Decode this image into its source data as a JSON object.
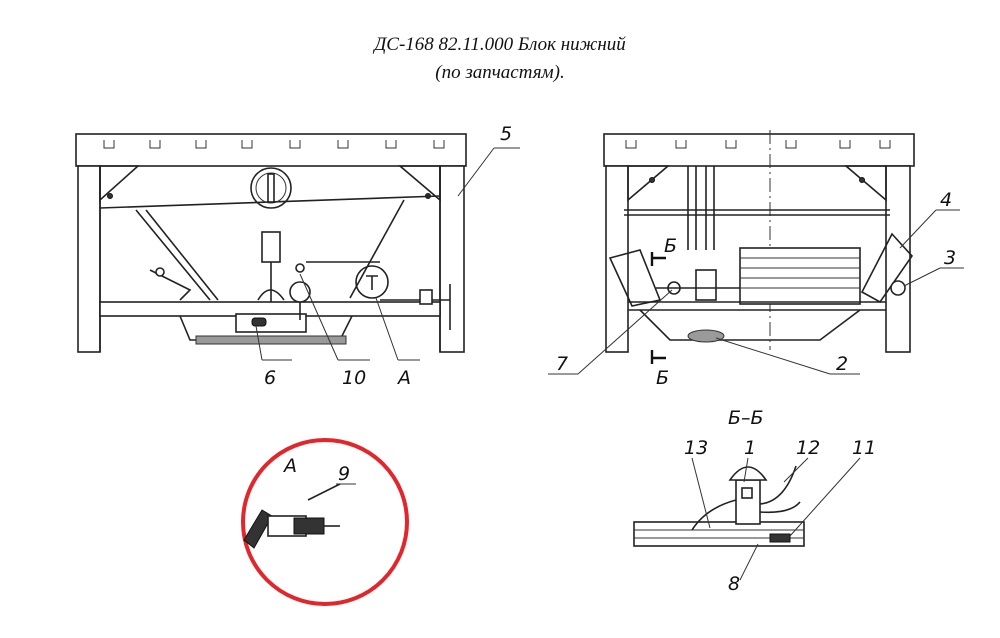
{
  "title": {
    "line1": "ДС-168 82.11.000 Блок нижний",
    "line2": "(по запчастям)."
  },
  "callouts": {
    "c1": "1",
    "c2": "2",
    "c3": "3",
    "c4": "4",
    "c5": "5",
    "c6": "6",
    "c7": "7",
    "c8": "8",
    "c9": "9",
    "c10": "10",
    "c11": "11",
    "c12": "12",
    "c13": "13"
  },
  "views": {
    "detail_a_ref": "А",
    "detail_a_title": "А",
    "section_mark_top": "Б",
    "section_mark_bottom": "Б",
    "section_title": "Б–Б"
  },
  "colors": {
    "highlight_circle": "#e3262b",
    "line": "#222222"
  }
}
